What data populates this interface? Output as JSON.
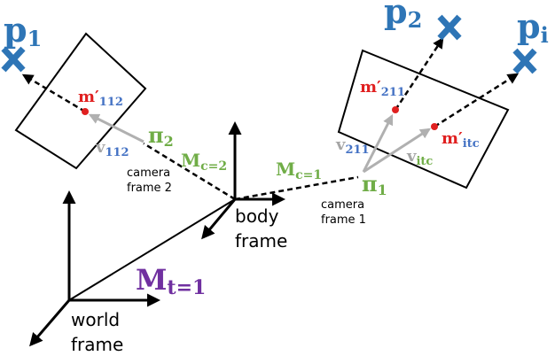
{
  "points": {
    "p1": {
      "base": "p",
      "sub": "1"
    },
    "p2": {
      "base": "p",
      "sub": "2"
    },
    "pi": {
      "base": "p",
      "sub": "i"
    }
  },
  "features": {
    "m112": {
      "base": "m′",
      "sub": "112"
    },
    "m211": {
      "base": "m′",
      "sub": "211"
    },
    "mitc": {
      "base": "m′",
      "sub": "itc"
    }
  },
  "vectors": {
    "v112": {
      "base": "v",
      "sub": "112"
    },
    "v211": {
      "base": "v",
      "sub": "211"
    },
    "vitc": {
      "base": "v",
      "sub": "itc"
    }
  },
  "cameras": {
    "pi2": {
      "base": "π",
      "sub": "2"
    },
    "pi1": {
      "base": "π",
      "sub": "1"
    },
    "frame2": [
      "camera",
      "frame 2"
    ],
    "frame1": [
      "camera",
      "frame 1"
    ]
  },
  "transforms": {
    "mc2": {
      "base": "M",
      "sub": "c=2"
    },
    "mc1": {
      "base": "M",
      "sub": "c=1"
    },
    "mt1": {
      "base": "M",
      "sub": "t=1"
    }
  },
  "frames": {
    "body": [
      "body",
      "frame"
    ],
    "world": [
      "world",
      "frame"
    ]
  },
  "colors": {
    "point": "#2e75b6",
    "feature": "#e02020",
    "camera": "#70ad47",
    "transform_t": "#7030a0",
    "vector_base": "#a6a6a6",
    "vector_sub_1": "#4472c4",
    "vector_sub_2": "#70ad47",
    "ray": "#b0b0b0",
    "ink": "#000000"
  }
}
